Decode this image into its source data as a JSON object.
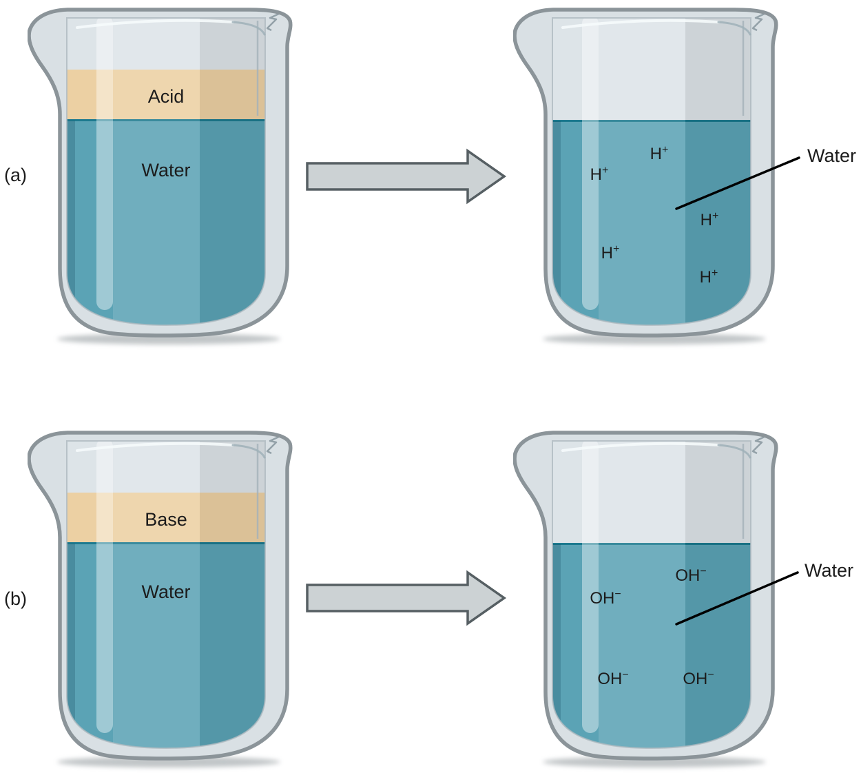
{
  "panels": [
    {
      "tag": "(a)",
      "left_beaker": {
        "top_layer_label": "Acid",
        "bottom_layer_label": "Water"
      },
      "arrow": {
        "direction": "right"
      },
      "right_beaker": {
        "callout_label": "Water",
        "ions": [
          {
            "formula": "H",
            "charge": "+"
          },
          {
            "formula": "H",
            "charge": "+"
          },
          {
            "formula": "H",
            "charge": "+"
          },
          {
            "formula": "H",
            "charge": "+"
          },
          {
            "formula": "H",
            "charge": "+"
          }
        ]
      }
    },
    {
      "tag": "(b)",
      "left_beaker": {
        "top_layer_label": "Base",
        "bottom_layer_label": "Water"
      },
      "arrow": {
        "direction": "right"
      },
      "right_beaker": {
        "callout_label": "Water",
        "ions": [
          {
            "formula": "OH",
            "charge": "−"
          },
          {
            "formula": "OH",
            "charge": "−"
          },
          {
            "formula": "OH",
            "charge": "−"
          },
          {
            "formula": "OH",
            "charge": "−"
          }
        ]
      }
    }
  ],
  "colors": {
    "water": "#5ba3b5",
    "solute_layer": "#ecd0a3",
    "glass": "#d9e0e4",
    "glass_interior": "#dde4e8",
    "beaker_outline": "#8b9499",
    "water_surface_line": "#1d7a8f",
    "arrow_fill": "#ccd2d4",
    "arrow_outline": "#565f63",
    "callout_line": "#000000",
    "text": "#1c1c1c",
    "background": "#ffffff"
  },
  "icons": {
    "arrow": "right-block-arrow-icon",
    "beaker": "glass-beaker-with-spout"
  }
}
